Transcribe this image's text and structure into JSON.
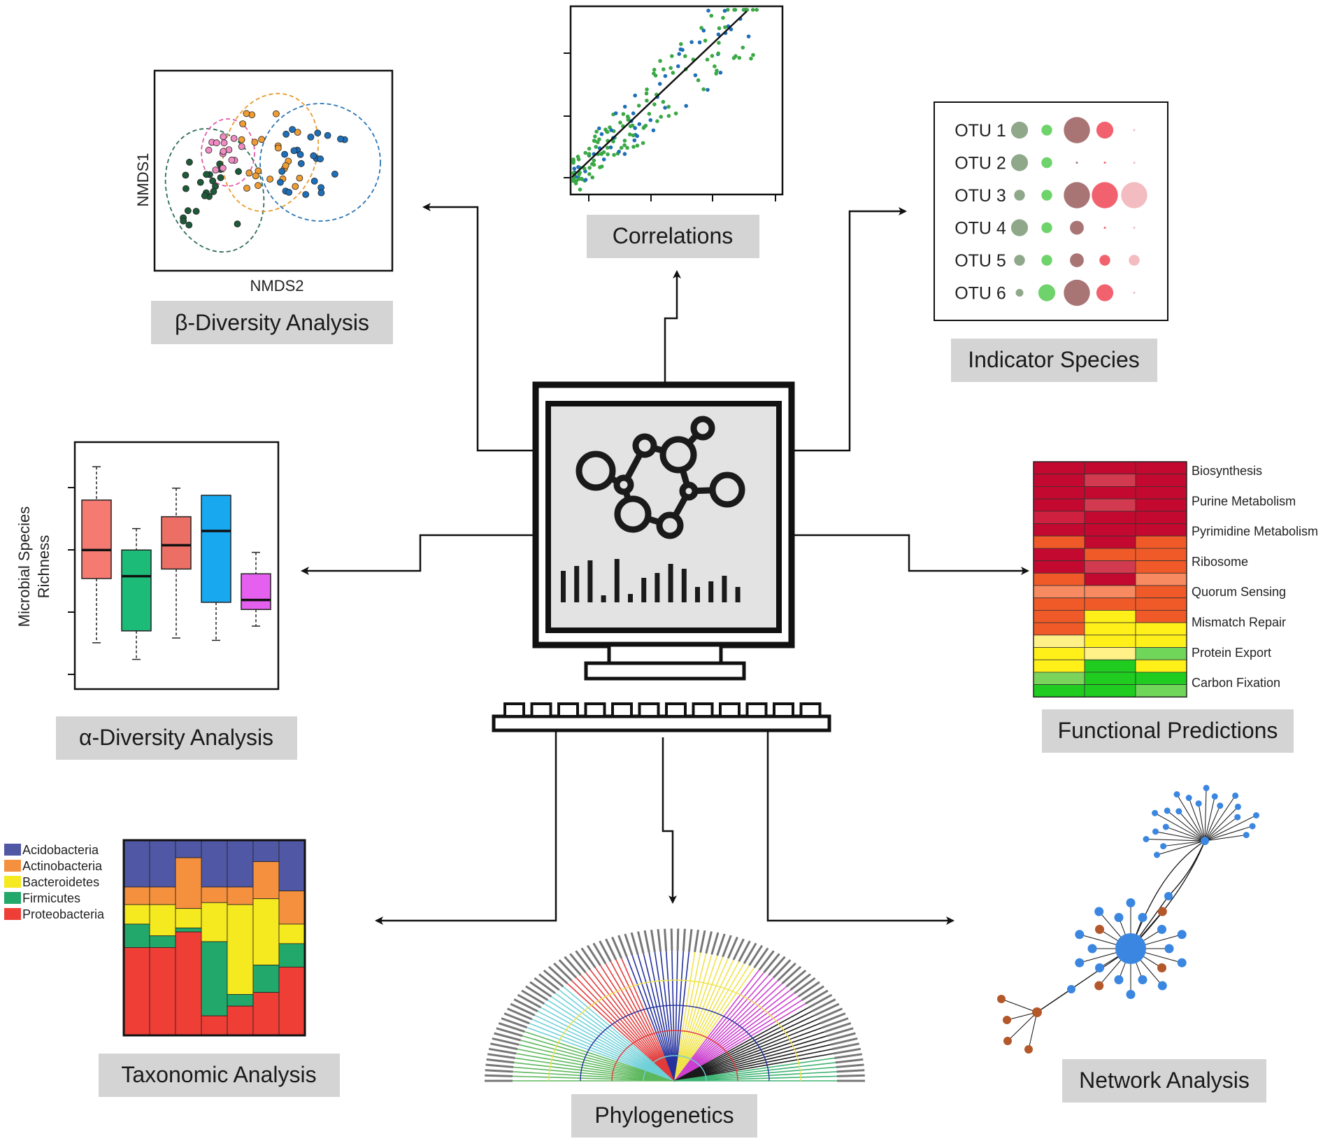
{
  "panels": {
    "beta": {
      "caption": "β-Diversity Analysis",
      "xlabel": "NMDS2",
      "ylabel": "NMDS1"
    },
    "correlations": {
      "caption": "Correlations"
    },
    "indicator": {
      "caption": "Indicator Species",
      "rows": [
        "OTU 1",
        "OTU 2",
        "OTU 3",
        "OTU 4",
        "OTU 5",
        "OTU 6"
      ],
      "bubbles": [
        [
          0.55,
          0.35,
          0.85,
          0.55,
          0.05
        ],
        [
          0.55,
          0.35,
          0.05,
          0.05,
          0.05
        ],
        [
          0.35,
          0.35,
          0.85,
          0.85,
          0.85
        ],
        [
          0.55,
          0.35,
          0.45,
          0.05,
          0.05
        ],
        [
          0.35,
          0.35,
          0.45,
          0.35,
          0.35
        ],
        [
          0.25,
          0.55,
          0.85,
          0.55,
          0.05
        ]
      ],
      "colors": [
        "#8fa88a",
        "#6ed36a",
        "#a87474",
        "#f2626e",
        "#f2bcc0"
      ]
    },
    "alpha": {
      "caption": "α-Diversity Analysis",
      "ylabel_line1": "Microbial Species",
      "ylabel_line2": "Richness",
      "boxes": [
        {
          "color": "#f47a72",
          "q1": 0.45,
          "med": 0.57,
          "q3": 0.78,
          "lo": 0.18,
          "hi": 0.92
        },
        {
          "color": "#1dbb78",
          "q1": 0.23,
          "med": 0.46,
          "q3": 0.57,
          "lo": 0.11,
          "hi": 0.66
        },
        {
          "color": "#ec6f66",
          "q1": 0.49,
          "med": 0.59,
          "q3": 0.71,
          "lo": 0.2,
          "hi": 0.83
        },
        {
          "color": "#17a8f0",
          "q1": 0.35,
          "med": 0.65,
          "q3": 0.8,
          "lo": 0.19,
          "hi": 0.76
        },
        {
          "color": "#e560ee",
          "q1": 0.32,
          "med": 0.36,
          "q3": 0.47,
          "lo": 0.25,
          "hi": 0.56
        }
      ]
    },
    "functional": {
      "caption": "Functional Predictions",
      "labels": [
        "Biosynthesis",
        "Purine Metabolism",
        "Pyrimidine Metabolism",
        "Ribosome",
        "Quorum Sensing",
        "Mismatch Repair",
        "Protein Export",
        "Carbon Fixation"
      ],
      "grid": [
        [
          "#c3092f",
          "#c3092f",
          "#c3092f"
        ],
        [
          "#c3092f",
          "#d23a4f",
          "#c3092f"
        ],
        [
          "#c3092f",
          "#c3092f",
          "#c3092f"
        ],
        [
          "#c3092f",
          "#d23a4f",
          "#c3092f"
        ],
        [
          "#cf2040",
          "#c3092f",
          "#c3092f"
        ],
        [
          "#c3092f",
          "#c3092f",
          "#c3092f"
        ],
        [
          "#f05a28",
          "#c3092f",
          "#f05a28"
        ],
        [
          "#c3092f",
          "#f05a28",
          "#f05a28"
        ],
        [
          "#c3092f",
          "#d23a4f",
          "#f05a28"
        ],
        [
          "#f05a28",
          "#c3092f",
          "#f78a60"
        ],
        [
          "#f78a60",
          "#f78a60",
          "#f05a28"
        ],
        [
          "#f05a28",
          "#f05a28",
          "#f05a28"
        ],
        [
          "#f05a28",
          "#fff01a",
          "#f05a28"
        ],
        [
          "#f05a28",
          "#fff01a",
          "#fff01a"
        ],
        [
          "#fff088",
          "#fff01a",
          "#fff01a"
        ],
        [
          "#fff01a",
          "#fff088",
          "#6fd65a"
        ],
        [
          "#fff01a",
          "#1fcc1f",
          "#fff01a"
        ],
        [
          "#7ad35a",
          "#1fcc1f",
          "#1fcc1f"
        ],
        [
          "#1fcc1f",
          "#1fcc1f",
          "#6fd65a"
        ]
      ]
    },
    "taxonomic": {
      "caption": "Taxonomic Analysis",
      "legend": [
        {
          "name": "Acidobacteria",
          "color": "#5057a4"
        },
        {
          "name": "Actinobacteria",
          "color": "#f5913e"
        },
        {
          "name": "Bacteroidetes",
          "color": "#f5e920"
        },
        {
          "name": "Firmicutes",
          "color": "#21a86a"
        },
        {
          "name": "Proteobacteria",
          "color": "#ee3e36"
        }
      ],
      "columns": [
        [
          0.24,
          0.09,
          0.1,
          0.12,
          0.45
        ],
        [
          0.24,
          0.09,
          0.16,
          0.06,
          0.45
        ],
        [
          0.09,
          0.26,
          0.1,
          0.02,
          0.53
        ],
        [
          0.24,
          0.08,
          0.2,
          0.38,
          0.1
        ],
        [
          0.24,
          0.09,
          0.46,
          0.06,
          0.15
        ],
        [
          0.11,
          0.19,
          0.34,
          0.14,
          0.22
        ],
        [
          0.26,
          0.17,
          0.1,
          0.12,
          0.35
        ]
      ]
    },
    "phylogenetics": {
      "caption": "Phylogenetics"
    },
    "network": {
      "caption": "Network Analysis"
    }
  }
}
